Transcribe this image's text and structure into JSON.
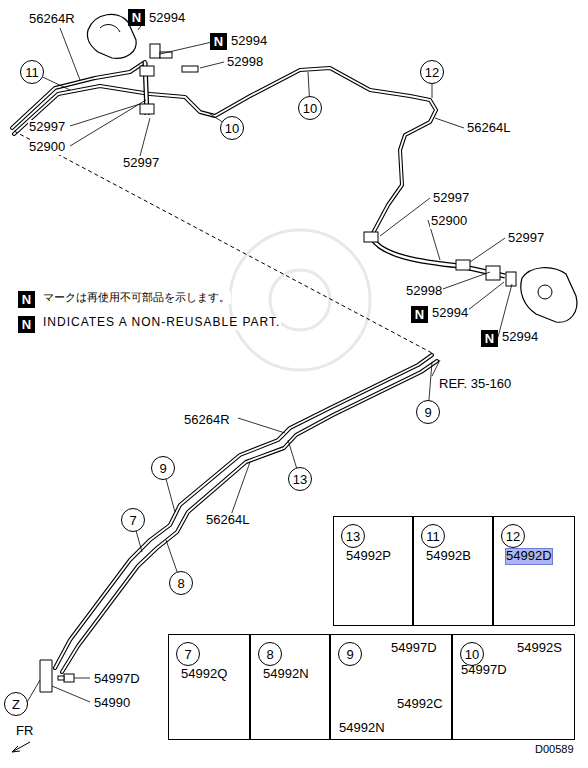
{
  "diagram": {
    "nodes": [
      {
        "text": [
          "N"
        ]
      },
      {
        "text": [
          "N"
        ]
      },
      {
        "text": [
          "11"
        ]
      },
      {
        "text": [
          "12"
        ]
      },
      {
        "text": [
          "10"
        ]
      },
      {
        "text": [
          "10"
        ]
      },
      {
        "text": [
          "N"
        ]
      },
      {
        "text": [
          "N"
        ]
      },
      {
        "text": [
          "N"
        ]
      },
      {
        "text": [
          "N"
        ]
      },
      {
        "text": [
          "9"
        ]
      },
      {
        "text": [
          "13"
        ]
      },
      {
        "text": [
          "9"
        ]
      },
      {
        "text": [
          "7"
        ]
      },
      {
        "text": [
          "8"
        ]
      },
      {
        "text": [
          "Z"
        ]
      },
      {
        "text": [
          "54992P"
        ]
      },
      {
        "text": [
          "13"
        ],
        "in": 16
      },
      {
        "text": [
          "54992B"
        ]
      },
      {
        "text": [
          "11"
        ],
        "in": 18
      },
      {
        "text": [
          "54992D"
        ]
      },
      {
        "text": [
          "12"
        ],
        "in": 20
      },
      {
        "text": [
          "54992Q"
        ]
      },
      {
        "text": [
          "7"
        ],
        "in": 22
      },
      {
        "text": [
          "54992N"
        ]
      },
      {
        "text": [
          "8"
        ],
        "in": 24
      },
      {
        "text": [
          "54997D",
          "54992C",
          "54992N"
        ]
      },
      {
        "text": [
          "9"
        ],
        "in": 26
      },
      {
        "text": [
          "54992S",
          "54997D"
        ]
      },
      {
        "text": [
          "10"
        ],
        "in": 28
      }
    ],
    "edges": [],
    "labels": [
      "56264R",
      "52994",
      "52994",
      "52998",
      "52997",
      "52900",
      "52997",
      "56264L",
      "52997",
      "52900",
      "52997",
      "52998",
      "52994",
      "52994",
      "マークは再使用不可部品を示します。",
      "INDICATES A NON-REUSABLE PART.",
      "REF. 35-160",
      "56264R",
      "56264L",
      "54997D",
      "54990",
      "FR",
      "D00589"
    ]
  }
}
